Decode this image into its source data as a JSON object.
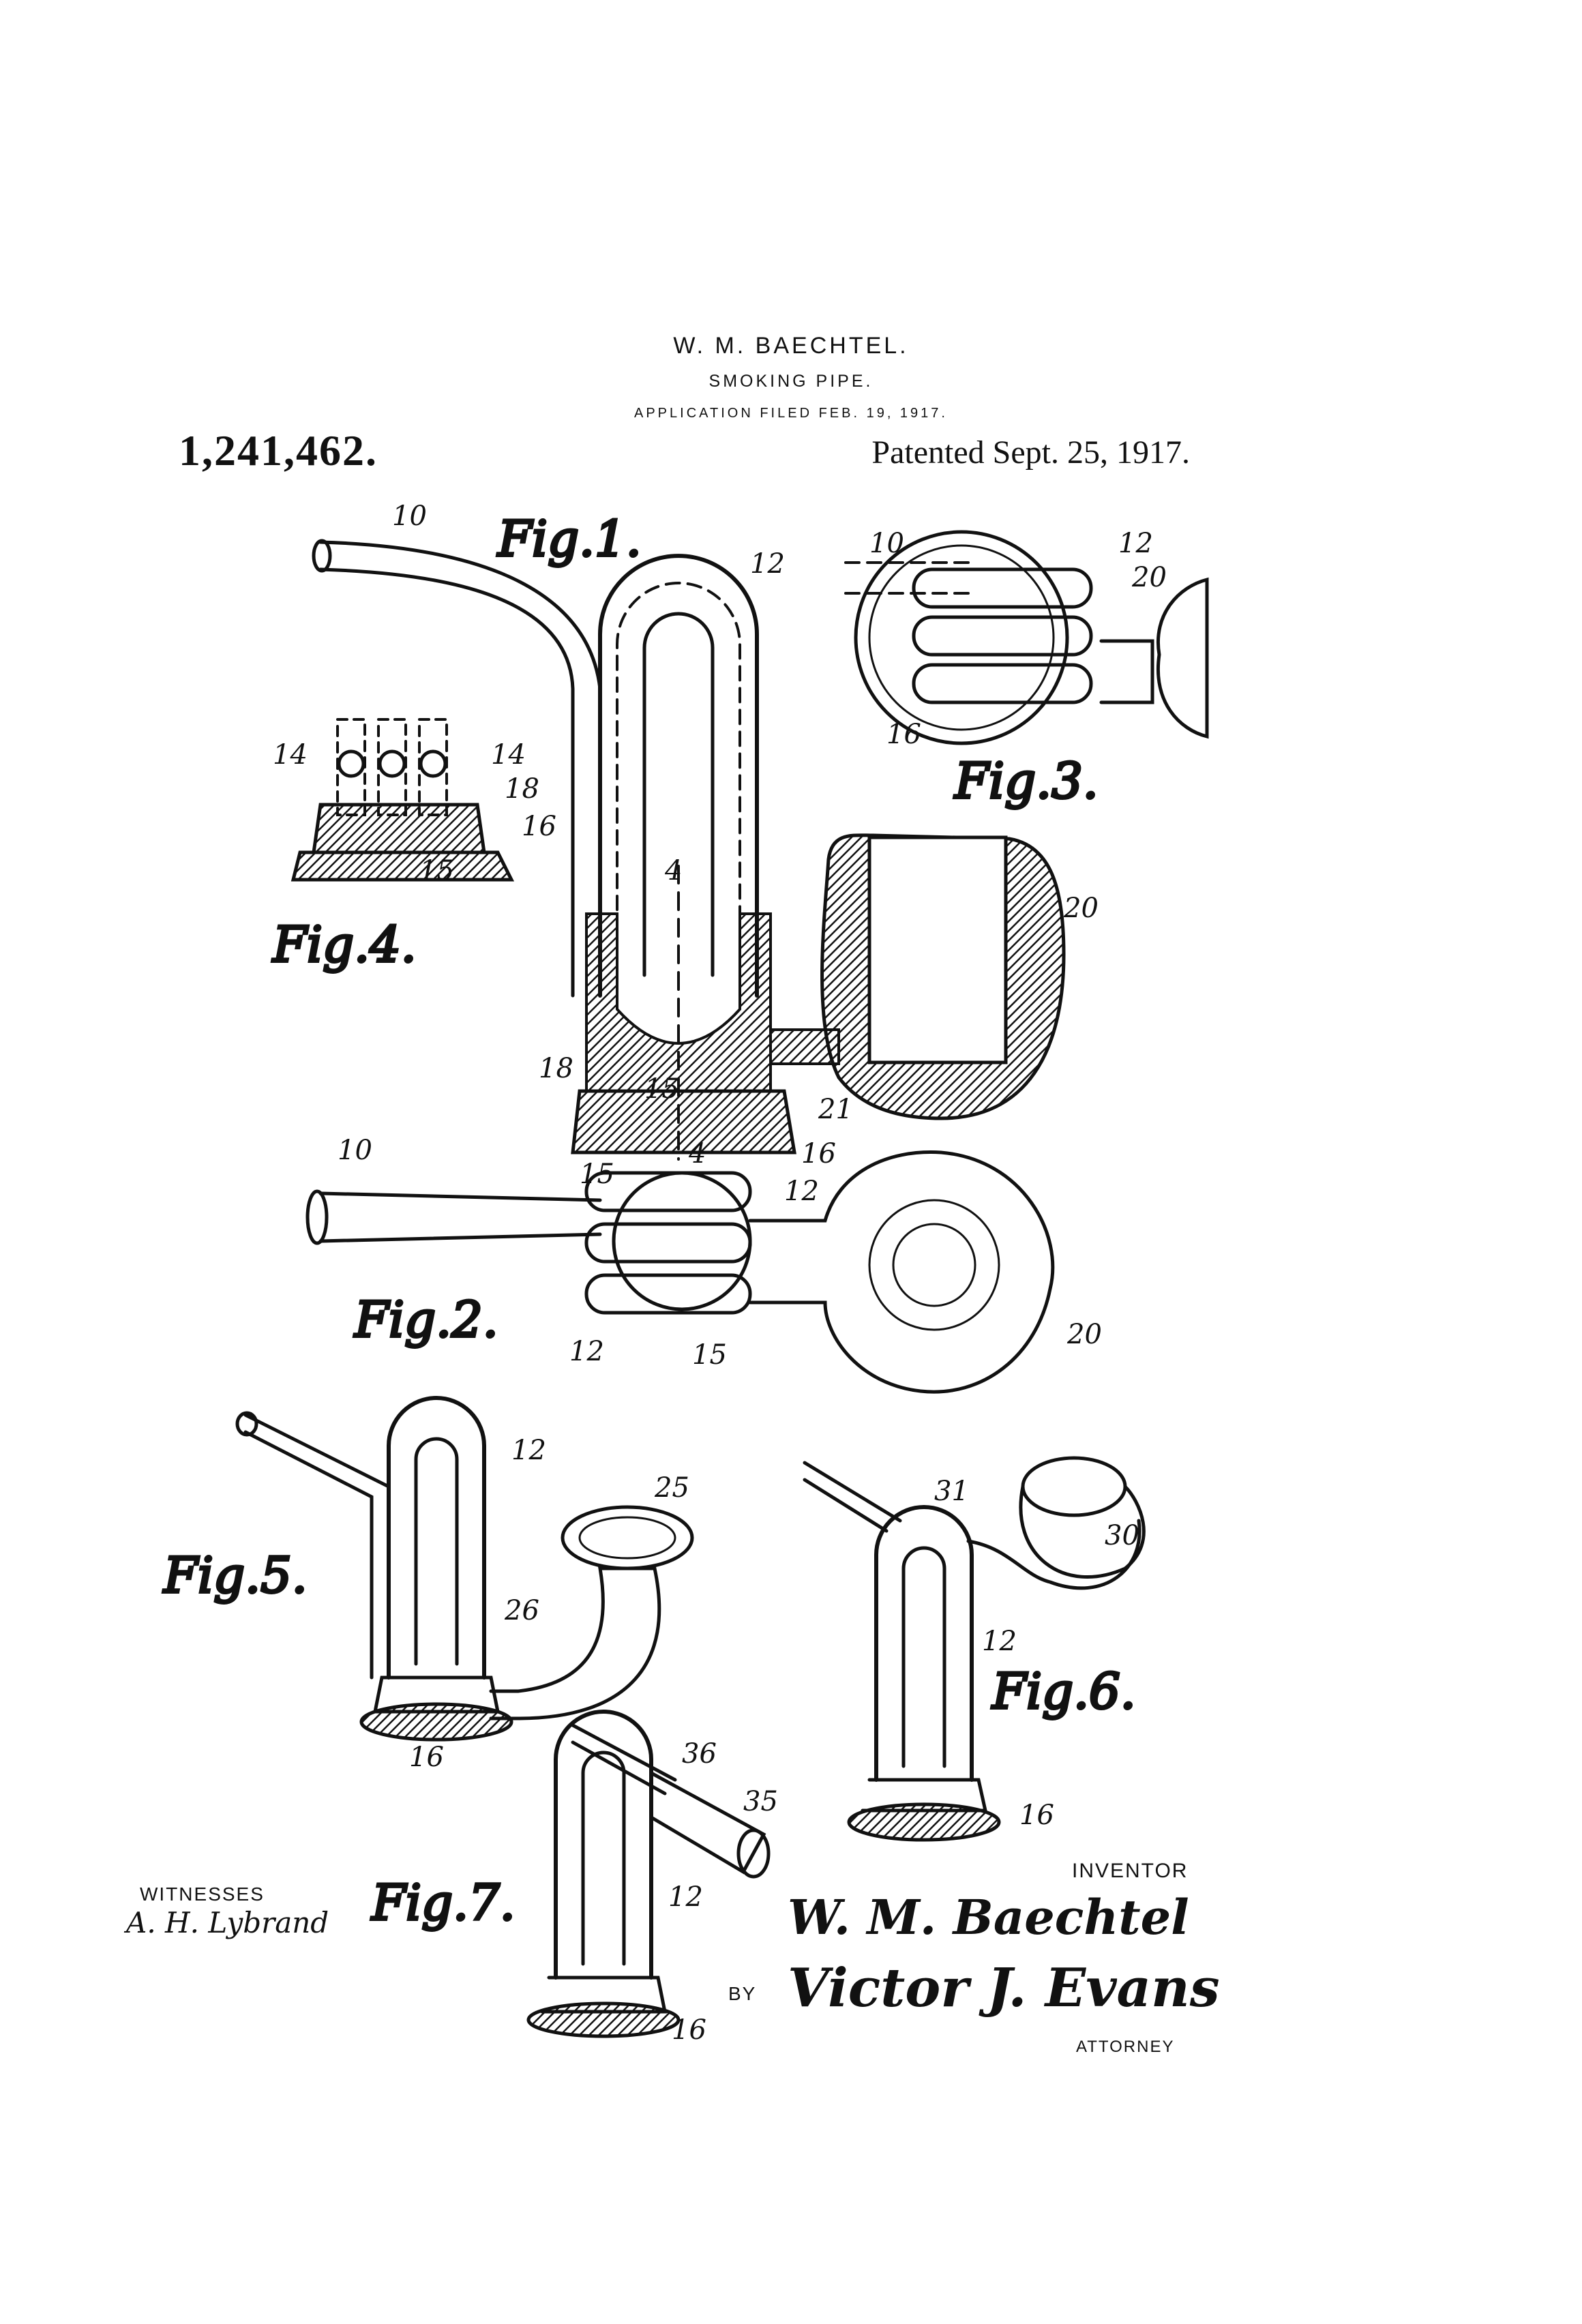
{
  "header": {
    "inventor_name": "W. M. BAECHTEL.",
    "title": "SMOKING PIPE.",
    "filed": "APPLICATION FILED FEB. 19, 1917.",
    "patent_number": "1,241,462.",
    "patented": "Patented Sept. 25, 1917."
  },
  "figures": {
    "fig1": "Fig.1.",
    "fig2": "Fig.2.",
    "fig3": "Fig.3.",
    "fig4": "Fig.4.",
    "fig5": "Fig.5.",
    "fig6": "Fig.6.",
    "fig7": "Fig.7."
  },
  "reference_numerals": {
    "n10": "10",
    "n12": "12",
    "n14": "14",
    "n15": "15",
    "n16": "16",
    "n18": "18",
    "n20": "20",
    "n21": "21",
    "n25": "25",
    "n26": "26",
    "n30": "30",
    "n31": "31",
    "n35": "35",
    "n36": "36",
    "n4": "4"
  },
  "footer": {
    "witnesses_label": "WITNESSES",
    "witness_signature": "A. H. Lybrand",
    "inventor_label": "INVENTOR",
    "inventor_signature": "W. M. Baechtel",
    "by_label": "BY",
    "attorney_signature": "Victor J. Evans",
    "attorney_label": "ATTORNEY"
  }
}
